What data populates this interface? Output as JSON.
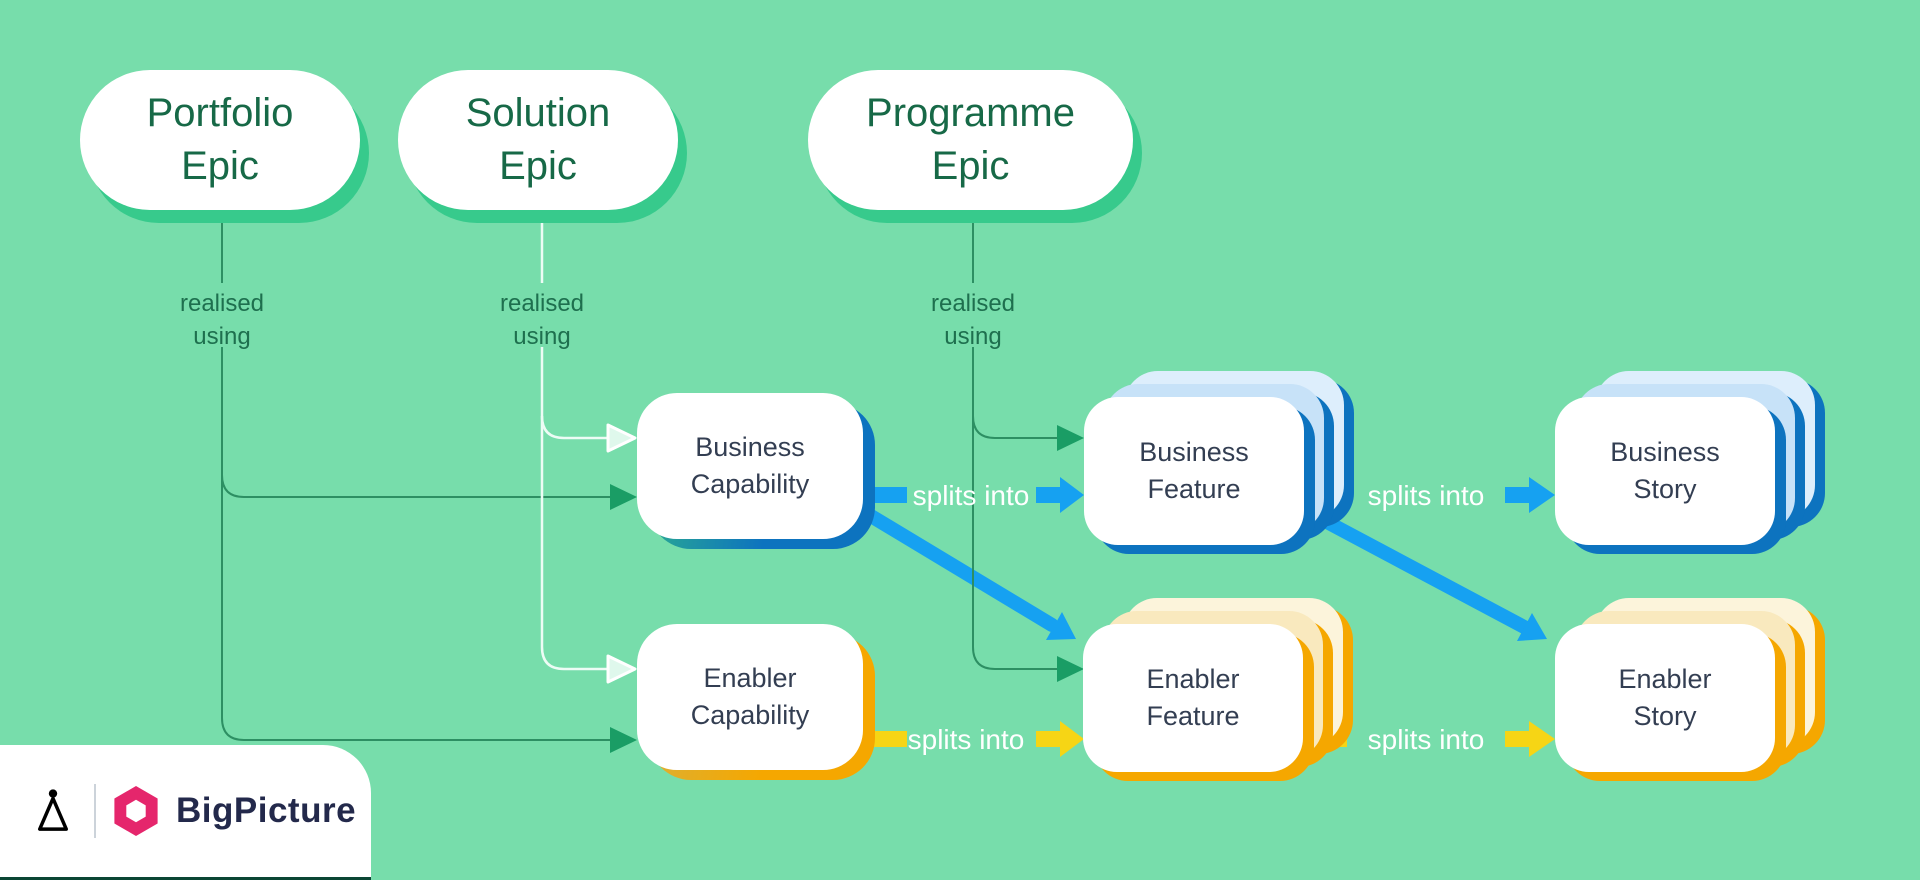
{
  "colors": {
    "bg": "#77DDAB",
    "pill-shadow": "#37CA8C",
    "epic-text": "#176947",
    "line-green": "#2D8F63",
    "arrow-green": "#1A9D65",
    "line-white": "#EDFCF5",
    "card-text": "#333E52",
    "realised-text": "#1E6F4E",
    "blue": "#16A1F1",
    "deep-blue": "#0D73BF",
    "back-blue1": "#C7E2F8",
    "back-blue2": "#DDEEFC",
    "orange": "#F5A700",
    "yellow": "#F6D515",
    "back-orange1": "#F9E9BE",
    "back-orange2": "#FCF4DB",
    "label-white": "#FFFFFF",
    "brand-navy": "#23294B",
    "brand-magenta": "#E5266C",
    "strip": "#0B4634"
  },
  "nodes": {
    "portfolio_epic": "Portfolio\nEpic",
    "solution_epic": "Solution\nEpic",
    "programme_epic": "Programme\nEpic",
    "business_capability": "Business\nCapability",
    "enabler_capability": "Enabler\nCapability",
    "business_feature": "Business\nFeature",
    "enabler_feature": "Enabler\nFeature",
    "business_story": "Business\nStory",
    "enabler_story": "Enabler\nStory"
  },
  "edge_labels": {
    "realised_using_portfolio": "realised\nusing",
    "realised_using_solution": "realised\nusing",
    "realised_using_programme": "realised\nusing",
    "splits_into_capability_feature_business": "splits into",
    "splits_into_feature_story_business": "splits into",
    "splits_into_capability_feature_enabler": "splits into",
    "splits_into_feature_story_enabler": "splits into"
  },
  "logo": {
    "brand": "BigPicture"
  }
}
